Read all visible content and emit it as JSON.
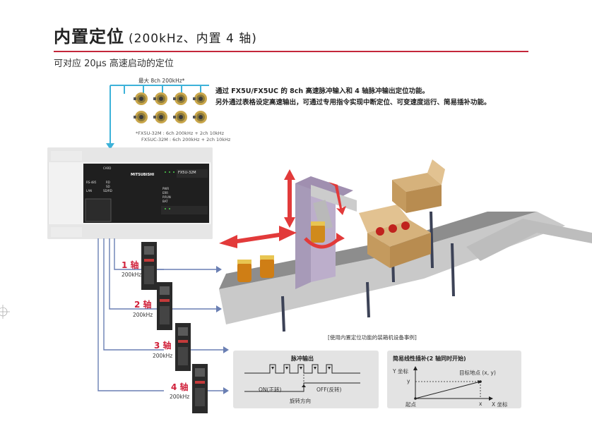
{
  "header": {
    "title_main": "内置定位",
    "title_sub": "(200kHz、内置 4 轴)",
    "subtitle": "可对应 20μs 高速启动的定位"
  },
  "encoder": {
    "max_label": "最大 8ch 200kHz*",
    "note_line1": "*FX5U-32M : 6ch 200kHz + 2ch 10kHz",
    "note_line2": "FX5UC-32M : 6ch 200kHz + 2ch 10kHz"
  },
  "description": {
    "line1": "通过 FX5U/FX5UC 的 8ch 高速脉冲输入和 4 轴脉冲输出定位功能。",
    "line2": "另外通过表格设定高速输出，可通过专用指令实现中断定位、可变速度运行、简易插补功能。"
  },
  "plc": {
    "brand": "MITSUBISHI",
    "model": "FX5U-32M",
    "labels": [
      "CARD",
      "RS-485",
      "RD",
      "SD",
      "LAN",
      "SD/RD",
      "PWR",
      "ERR",
      "P.RUN",
      "BAT"
    ]
  },
  "axes": [
    {
      "label": "1 轴",
      "freq": "200kHz"
    },
    {
      "label": "2 轴",
      "freq": "200kHz"
    },
    {
      "label": "3 轴",
      "freq": "200kHz"
    },
    {
      "label": "4 轴",
      "freq": "200kHz"
    }
  ],
  "machine_caption": "[使用内置定位功能的装箱机设备事例]",
  "pulse_panel": {
    "title": "脉冲输出",
    "on_label": "ON(正转)",
    "off_label": "OFF(反转)",
    "direction_label": "旋转方向"
  },
  "interp_panel": {
    "title": "简易线性插补(2 轴同时开始)",
    "y_axis": "Y 坐标",
    "x_axis": "X 坐标",
    "y_tick": "y",
    "x_tick": "x",
    "origin": "起点",
    "target": "目标地点 (x, y)"
  },
  "colors": {
    "accent_red": "#c4263a",
    "cyan": "#3db2d9",
    "arrow_blue": "#6a7fb3",
    "move_red": "#e23a3a"
  }
}
